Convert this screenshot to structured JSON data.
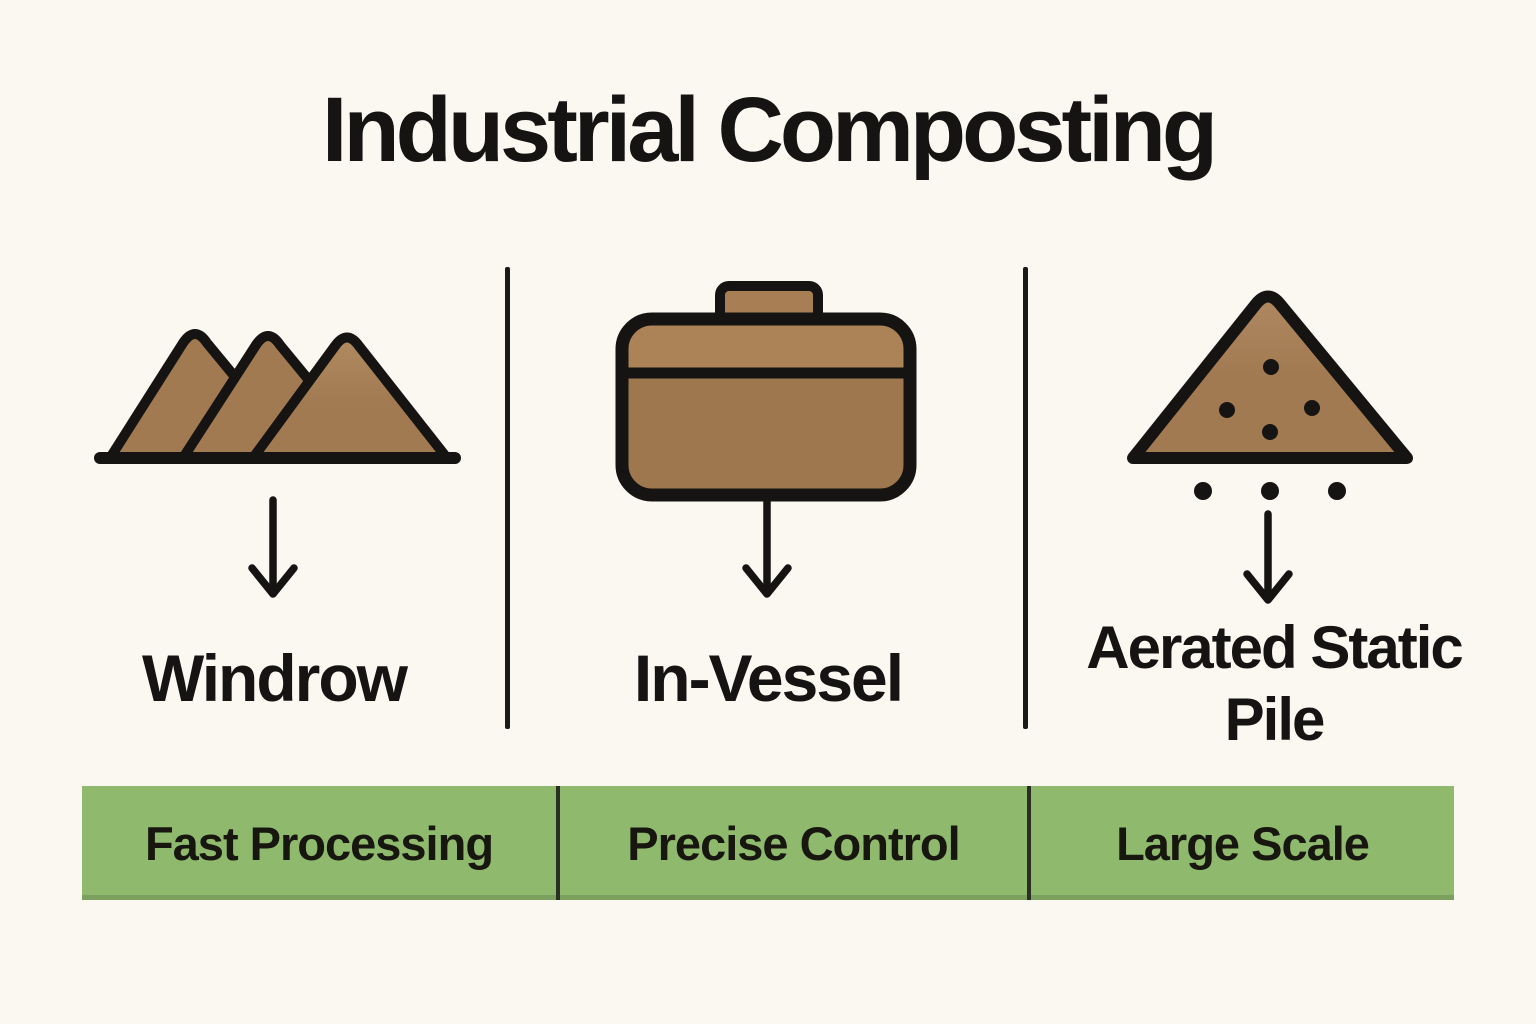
{
  "title": "Industrial Composting",
  "columns": [
    {
      "method": "Windrow",
      "benefit": "Fast Processing",
      "icon": "windrow-piles-icon"
    },
    {
      "method": "In-Vessel",
      "benefit": "Precise Control",
      "icon": "in-vessel-container-icon"
    },
    {
      "method": "Aerated Static Pile",
      "benefit": "Large Scale",
      "icon": "aerated-static-pile-icon"
    }
  ],
  "colors": {
    "background": "#FBF8F1",
    "ink": "#151413",
    "pile_brown": "#A27A52",
    "pile_brown_light": "#B28A60",
    "vessel_lid_brown": "#AC8257",
    "vessel_body_brown": "#9F774E",
    "banner_green": "#8FBA6E",
    "banner_divider": "#2B2E24"
  }
}
